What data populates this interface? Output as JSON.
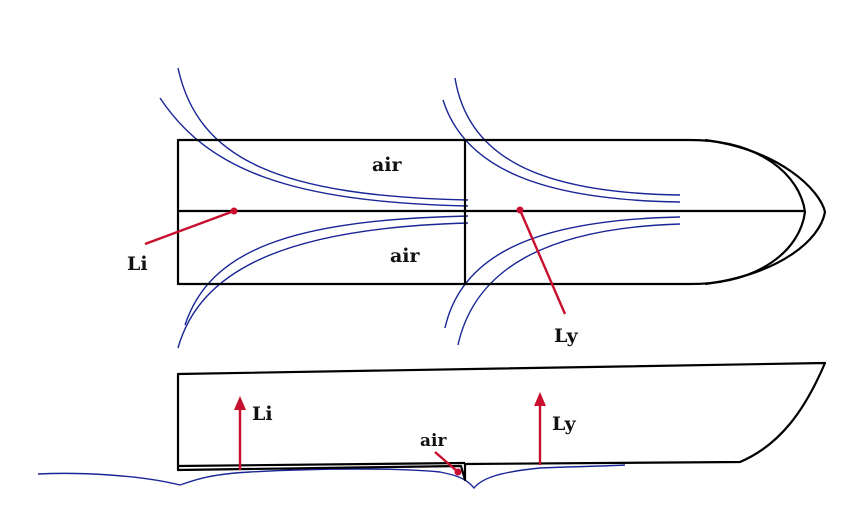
{
  "labels": {
    "air_top": "air",
    "air_bottom": "air",
    "li_plan": "Li",
    "ly_plan": "Ly",
    "li_side": "Li",
    "ly_side": "Ly",
    "air_side": "air"
  },
  "colors": {
    "hull_outline": "#000000",
    "air_flow_lines": "#1a2596",
    "pointers_and_arrows": "#c8102e"
  }
}
